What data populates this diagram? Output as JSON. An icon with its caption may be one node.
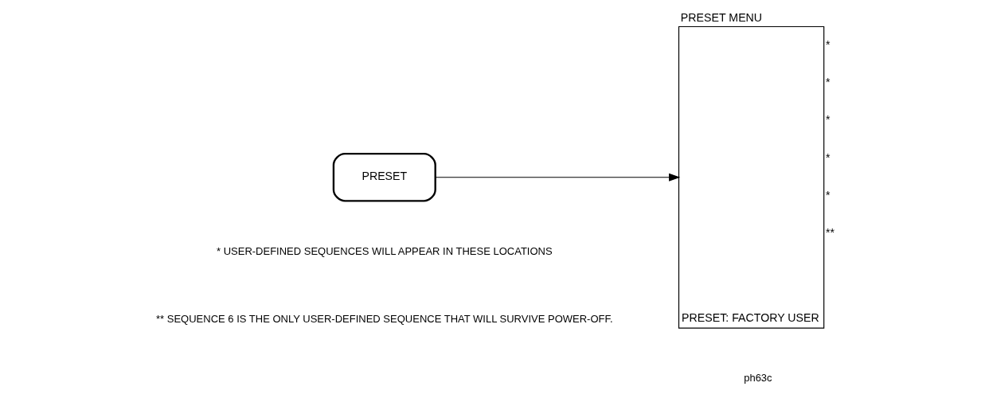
{
  "diagram": {
    "nodes": [
      {
        "text": [
          "PRESET"
        ]
      },
      {
        "text": [
          "PRESET MENU",
          "PRESET: FACTORY USER"
        ],
        "beside": [
          "*",
          "*",
          "*",
          "*",
          "*",
          "**"
        ]
      }
    ],
    "edges": [
      {
        "from": 0,
        "to": 1,
        "arrow": "to"
      }
    ],
    "labels": [
      "* USER-DEFINED SEQUENCES WILL APPEAR IN THESE LOCATIONS",
      "** SEQUENCE 6 IS THE ONLY USER-DEFINED SEQUENCE THAT WILL SURVIVE POWER-OFF.",
      "ph63c"
    ]
  }
}
